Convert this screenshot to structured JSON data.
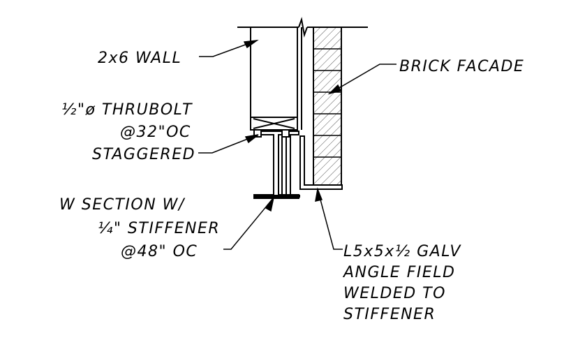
{
  "labels": {
    "wall": "2x6 WALL",
    "brick": "BRICK FACADE",
    "thrubolt": [
      "½\"ø THRUBOLT",
      "@32\"OC",
      "STAGGERED"
    ],
    "wsection": [
      "W SECTION W/",
      "¼\" STIFFENER",
      "@48\" OC"
    ],
    "angle": [
      "L5x5x½ GALV",
      "ANGLE FIELD",
      "WELDED TO",
      "STIFFENER"
    ]
  },
  "colors": {
    "line": "#000000",
    "hatch": "#444444",
    "background": "#ffffff"
  }
}
